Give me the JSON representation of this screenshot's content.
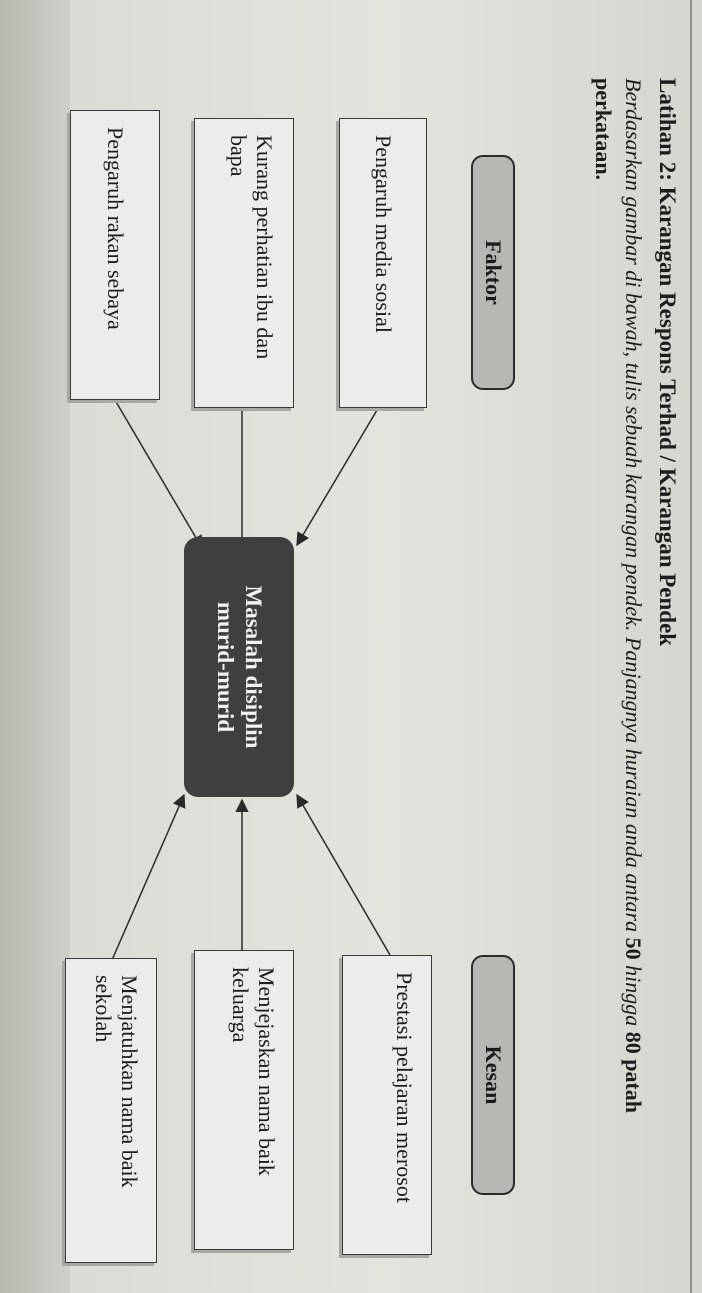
{
  "heading": {
    "title": "Latihan 2: Karangan Respons Terhad / Karangan Pendek",
    "instruction_italic": "Berdasarkan gambar di bawah, tulis sebuah karangan pendek. Panjangnya huraian anda antara",
    "instruction_bold_1": "50",
    "instruction_mid": "hingga",
    "instruction_bold_2": "80 patah perkataan."
  },
  "diagram": {
    "faktor_label": "Faktor",
    "kesan_label": "Kesan",
    "center_line_1": "Masalah disiplin",
    "center_line_2": "murid-murid",
    "faktor": [
      "Pengaruh media sosial",
      "Kurang perhatian ibu dan bapa",
      "Pengaruh rakan sebaya"
    ],
    "kesan": [
      "Prestasi pelajaran merosot",
      "Menjejaskan nama baik keluarga",
      "Menjatuhkan nama baik sekolah"
    ]
  },
  "colors": {
    "core_fill": "#3f3f3f",
    "pill_fill": "#b7b7b4",
    "box_fill": "#ececea",
    "page": "#e4e3de"
  }
}
